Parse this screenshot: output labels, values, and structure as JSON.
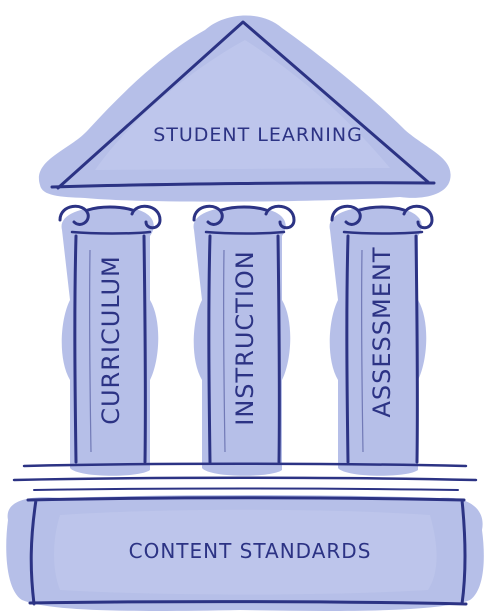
{
  "roof": {
    "label": "STUDENT LEARNING"
  },
  "pillars": [
    {
      "label": "CURRICULUM"
    },
    {
      "label": "INSTRUCTION"
    },
    {
      "label": "ASSESSMENT"
    }
  ],
  "base": {
    "label": "CONTENT STANDARDS"
  },
  "colors": {
    "ink": "#2c3384",
    "fill": "#a9b4e4",
    "fill_light": "#c3cbee",
    "background": "#ffffff"
  }
}
